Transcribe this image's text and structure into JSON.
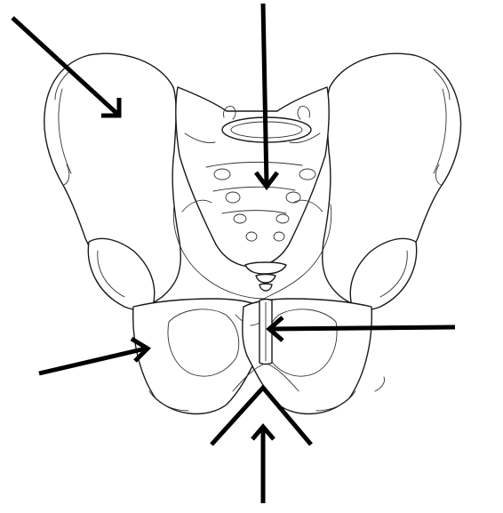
{
  "figure": {
    "subject": "pelvis-anterior-view",
    "line_color": "#1a1a1a",
    "arrow_color": "#000000",
    "background": "#ffffff",
    "arrows": [
      {
        "id": "ilium",
        "points_to": "iliac-wing"
      },
      {
        "id": "sacrum",
        "points_to": "sacrum"
      },
      {
        "id": "pubic-symphysis",
        "points_to": "pubic-symphysis"
      },
      {
        "id": "ischium",
        "points_to": "ischium"
      },
      {
        "id": "pubic-arch",
        "points_to": "pubic-arch"
      }
    ]
  }
}
